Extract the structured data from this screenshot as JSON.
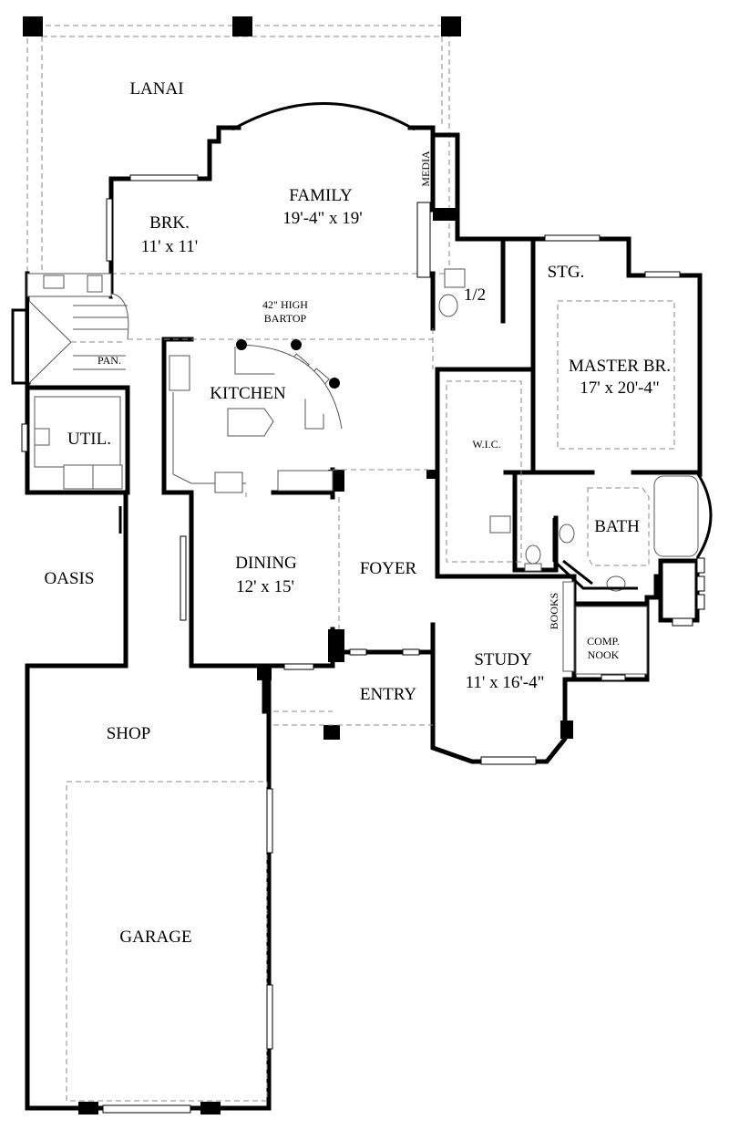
{
  "rooms": {
    "lanai": "LANAI",
    "family": {
      "name": "FAMILY",
      "dims": "19'-4\" x 19'"
    },
    "media": "MEDIA",
    "brk": {
      "name": "BRK.",
      "dims": "11' x 11'"
    },
    "bartop": [
      "42\" HIGH",
      "BARTOP"
    ],
    "kitchen": "KITCHEN",
    "pan": "PAN.",
    "util": "UTIL.",
    "half_bath": "1/2",
    "stg": "STG.",
    "master": {
      "name": "MASTER BR.",
      "dims": "17' x 20'-4\""
    },
    "wic": "W.I.C.",
    "bath": "BATH",
    "oasis": "OASIS",
    "dining": {
      "name": "DINING",
      "dims": "12' x 15'"
    },
    "foyer": "FOYER",
    "books": "BOOKS",
    "comp_nook": [
      "COMP.",
      "NOOK"
    ],
    "study": {
      "name": "STUDY",
      "dims": "11' x 16'-4\""
    },
    "entry": "ENTRY",
    "shop": "SHOP",
    "garage": "GARAGE"
  }
}
